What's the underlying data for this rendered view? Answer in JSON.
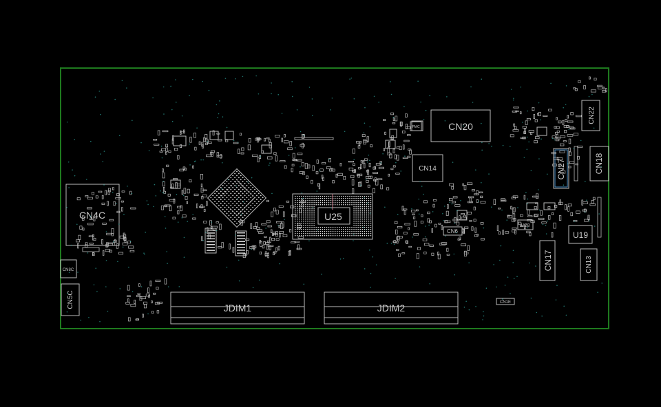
{
  "colors": {
    "background": "#000000",
    "board_outline": "#1e7a1e",
    "component": "#bdbdbd",
    "label": "#c8c8c8",
    "via": "#2fa8a0"
  },
  "labels": {
    "cn4c": "CN4C",
    "cn20": "CN20",
    "cn14": "CN14",
    "u25": "U25",
    "cn27": "CN27",
    "cn18": "CN18",
    "cn22": "CN22",
    "u19": "U19",
    "cn17": "CN17",
    "cn13": "CN13",
    "jdim1": "JDIM1",
    "jdim2": "JDIM2",
    "cn5c": "CN5C",
    "cn8c": "CN8C",
    "cn6": "CN6",
    "u28": "U28",
    "cn1e": "CN1E",
    "pmc": "PMC"
  }
}
